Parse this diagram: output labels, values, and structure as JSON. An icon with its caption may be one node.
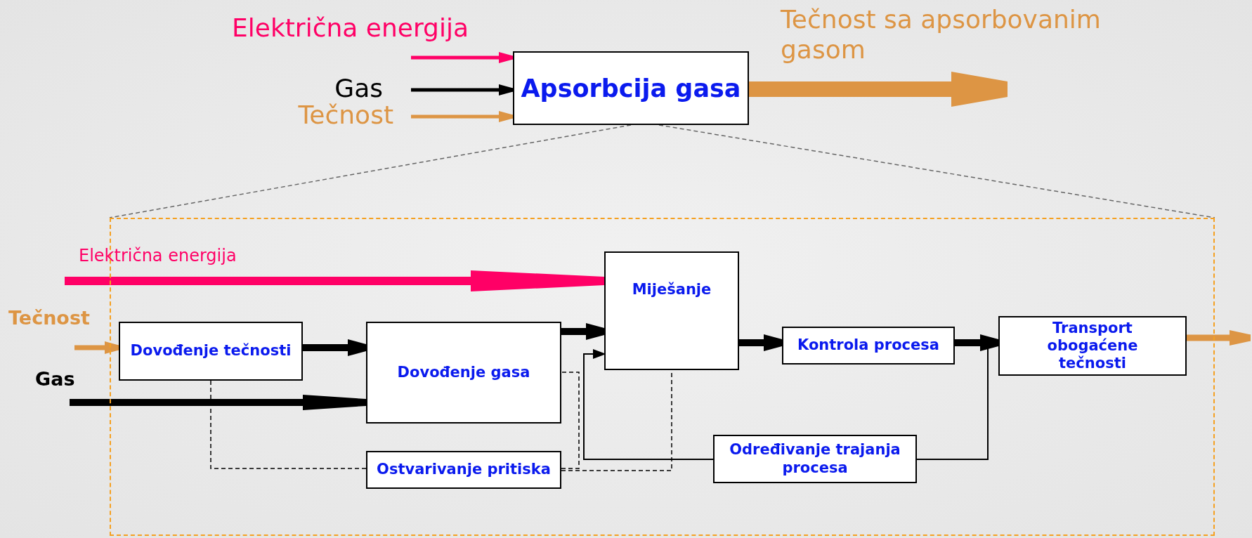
{
  "diagram": {
    "nodes": [
      {
        "text": [
          "Apsorbcija gasa"
        ]
      },
      {
        "text": [],
        "shape": "box"
      },
      {
        "text": [
          "Dovođenje tečnosti"
        ],
        "in": 1
      },
      {
        "text": [
          "Dovođenje gasa"
        ],
        "in": 1
      },
      {
        "text": [
          "Miješanje"
        ],
        "in": 1
      },
      {
        "text": [
          "Kontrola procesa"
        ],
        "in": 1
      },
      {
        "text": [
          "Transport obogaćene tečnosti"
        ],
        "in": 1
      },
      {
        "text": [
          "Ostvarivanje pritiska"
        ],
        "in": 1
      },
      {
        "text": [
          "Određivanje trajanja procesa"
        ],
        "in": 1
      }
    ],
    "edges": [
      {
        "from": null,
        "to": 0,
        "arrow": "to",
        "label": "Električna energija",
        "color": "#ff0066"
      },
      {
        "from": null,
        "to": 0,
        "arrow": "to",
        "label": "Gas"
      },
      {
        "from": null,
        "to": 0,
        "arrow": "to",
        "label": "Tečnost",
        "color": "#dd9544"
      },
      {
        "from": 0,
        "to": null,
        "arrow": "to",
        "label": "Tečnost sa apsorbovanim gasom",
        "style": "thick",
        "color": "#dd9544"
      },
      {
        "from": 0,
        "to": 1,
        "arrow": "none",
        "style": "dashed",
        "color": "#666666"
      },
      {
        "from": 0,
        "to": 1,
        "arrow": "none",
        "style": "dashed",
        "color": "#666666"
      },
      {
        "from": null,
        "to": 4,
        "arrow": "to",
        "label": "Električna energija",
        "style": "thick",
        "color": "#ff0066"
      },
      {
        "from": null,
        "to": 2,
        "arrow": "to",
        "label": "Tečnost",
        "color": "#dd9544"
      },
      {
        "from": null,
        "to": 3,
        "arrow": "to",
        "label": "Gas",
        "style": "thick"
      },
      {
        "from": 2,
        "to": 3,
        "arrow": "to",
        "style": "thick"
      },
      {
        "from": 3,
        "to": 4,
        "arrow": "to",
        "style": "thick"
      },
      {
        "from": 4,
        "to": 5,
        "arrow": "to",
        "style": "thick"
      },
      {
        "from": 5,
        "to": 6,
        "arrow": "to",
        "style": "thick"
      },
      {
        "from": 6,
        "to": null,
        "arrow": "to",
        "style": "thick",
        "color": "#dd9544"
      },
      {
        "from": 8,
        "to": 4,
        "arrow": "to"
      },
      {
        "from": 8,
        "to": 6,
        "arrow": "to"
      },
      {
        "from": 2,
        "to": 7,
        "arrow": "none",
        "style": "dashed"
      },
      {
        "from": 7,
        "to": 3,
        "arrow": "none",
        "style": "dashed"
      },
      {
        "from": 7,
        "to": 4,
        "arrow": "none",
        "style": "dashed"
      }
    ]
  }
}
